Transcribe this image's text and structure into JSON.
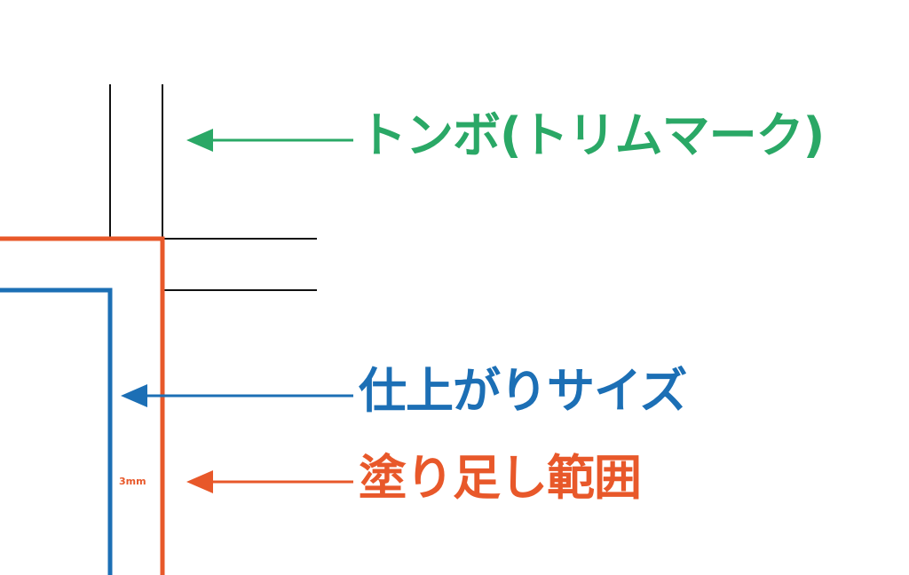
{
  "labels": {
    "trim_marks": "トンボ(トリムマーク)",
    "finished_size": "仕上がりサイズ",
    "bleed_area": "塗り足し範囲",
    "bleed_width": "3mm"
  },
  "colors": {
    "trim_marks": "#2aa866",
    "finished_size": "#1c6fb5",
    "bleed_area": "#e8582a",
    "crop_lines": "#111111"
  },
  "icons": {
    "arrow": "left-arrow-icon"
  }
}
